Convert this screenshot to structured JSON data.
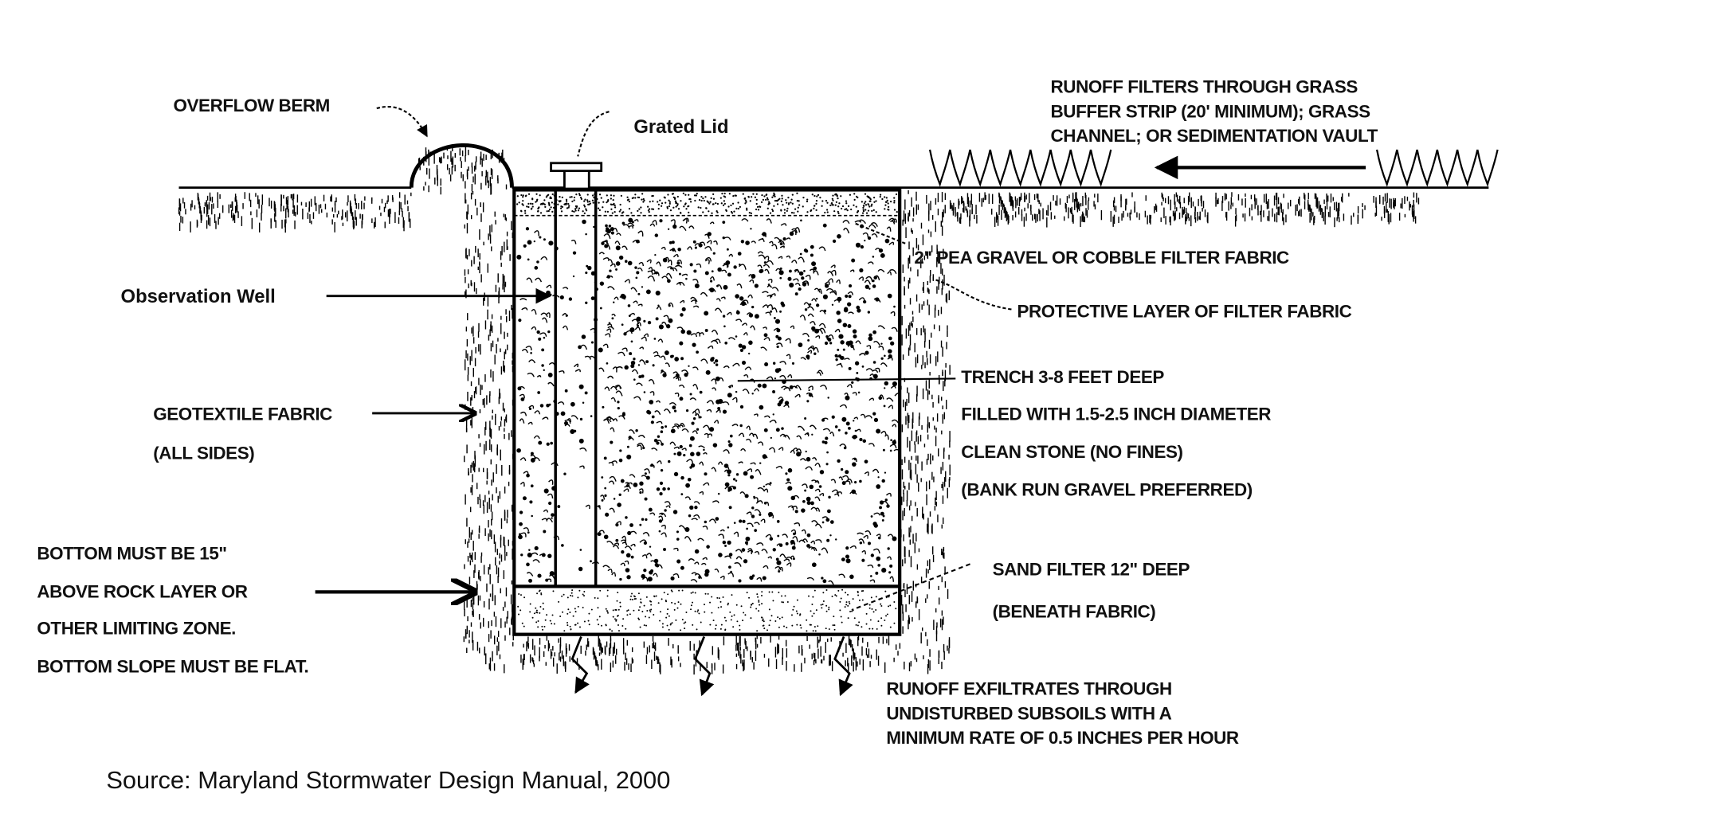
{
  "labels": {
    "overflow_berm": "OVERFLOW BERM",
    "grated_lid": "Grated Lid",
    "runoff_filters": [
      "RUNOFF FILTERS THROUGH GRASS",
      "BUFFER STRIP (20' MINIMUM); GRASS",
      "CHANNEL; OR SEDIMENTATION VAULT"
    ],
    "pea_gravel": "2\" PEA GRAVEL OR COBBLE FILTER FABRIC",
    "observation_well": "Observation Well",
    "protective_layer": "PROTECTIVE LAYER OF FILTER FABRIC",
    "trench": [
      "TRENCH 3-8 FEET DEEP",
      "FILLED WITH 1.5-2.5 INCH DIAMETER",
      "CLEAN STONE (NO FINES)",
      "(BANK RUN GRAVEL PREFERRED)"
    ],
    "geotextile": [
      "GEOTEXTILE FABRIC",
      "(ALL SIDES)"
    ],
    "bottom": [
      "BOTTOM MUST BE 15\"",
      "ABOVE ROCK LAYER OR",
      "OTHER LIMITING  ZONE.",
      "BOTTOM SLOPE MUST BE FLAT."
    ],
    "sand_filter": [
      "SAND FILTER 12\" DEEP",
      "(BENEATH FABRIC)"
    ],
    "exfiltrates": [
      "RUNOFF EXFILTRATES THROUGH",
      "UNDISTURBED SUBSOILS WITH A",
      "MINIMUM RATE OF 0.5 INCHES PER HOUR"
    ]
  },
  "source": "Source: Maryland Stormwater Design Manual, 2000"
}
